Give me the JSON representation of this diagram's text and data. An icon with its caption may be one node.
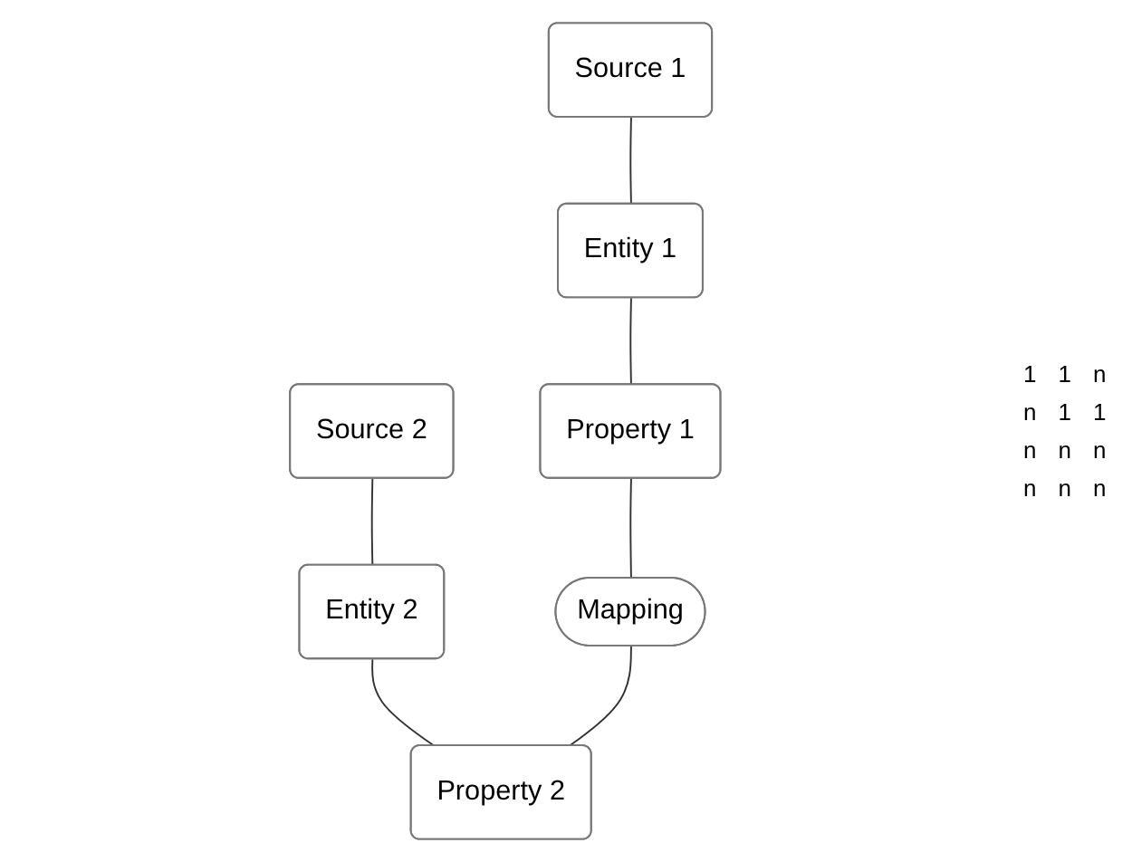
{
  "diagram": {
    "nodes": [
      {
        "text": [
          "Source 1"
        ]
      },
      {
        "text": [
          "Source 2"
        ]
      },
      {
        "text": [
          "Entity 1"
        ]
      },
      {
        "text": [
          "Entity 2"
        ]
      },
      {
        "text": [
          "Property 1"
        ]
      },
      {
        "text": [
          "Mapping"
        ]
      },
      {
        "text": [
          "Property 2"
        ]
      }
    ],
    "edges": [
      {
        "from": 0,
        "to": 2,
        "arrow": "none"
      },
      {
        "from": 1,
        "to": 3,
        "arrow": "none"
      },
      {
        "from": 2,
        "to": 4,
        "arrow": "none"
      },
      {
        "from": 3,
        "to": 6,
        "arrow": "none"
      },
      {
        "from": 4,
        "to": 5,
        "arrow": "none"
      },
      {
        "from": 5,
        "to": 6,
        "arrow": "none"
      }
    ],
    "labels": [
      "1",
      "1",
      "n",
      "n",
      "1",
      "1",
      "n",
      "n",
      "n",
      "n",
      "n",
      "n"
    ]
  }
}
